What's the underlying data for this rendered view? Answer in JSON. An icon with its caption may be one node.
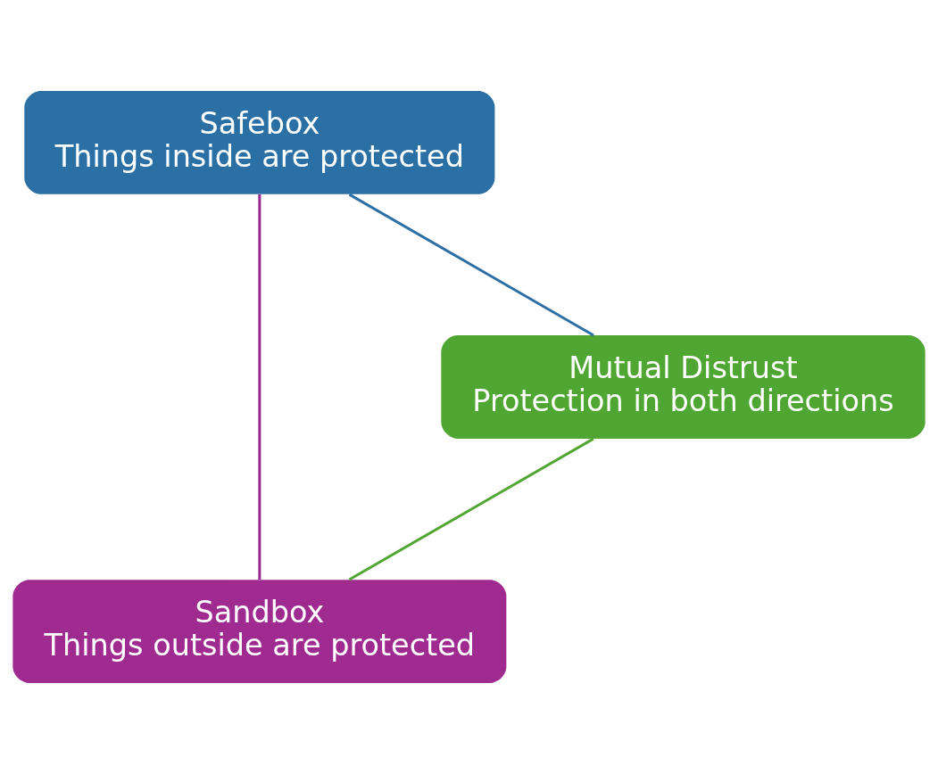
{
  "diagram": {
    "nodes": [
      {
        "text": [
          "Sandbox",
          "Things outside are protected"
        ]
      },
      {
        "text": [
          "Mutual Distrust",
          "Protection in both directions"
        ]
      },
      {
        "text": [
          "Safebox",
          "Things inside are protected"
        ]
      }
    ],
    "edges": [
      {
        "from": 0,
        "to": 2,
        "arrow": "none",
        "color": "#9b2a91"
      },
      {
        "from": 2,
        "to": 1,
        "arrow": "none",
        "color": "#2e70a5"
      },
      {
        "from": 1,
        "to": 0,
        "arrow": "none",
        "color": "#52a633"
      }
    ]
  }
}
